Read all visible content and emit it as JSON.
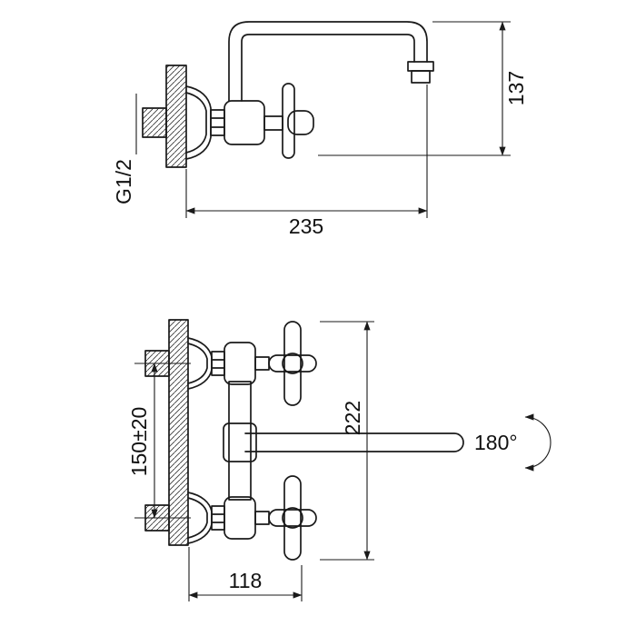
{
  "dimensions": {
    "top_view": {
      "spout_height": "137",
      "spout_reach": "235",
      "thread_size": "G1/2"
    },
    "front_view": {
      "overall_height": "222",
      "inlet_spacing": "150±20",
      "wall_to_handle": "118",
      "spout_swivel": "180°"
    }
  }
}
